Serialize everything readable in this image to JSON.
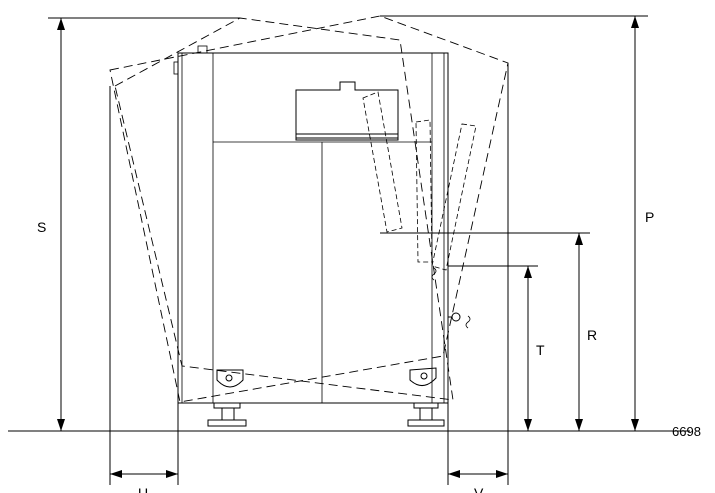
{
  "labels": {
    "s": "S",
    "p": "P",
    "r": "R",
    "t": "T",
    "u": "U",
    "v": "V",
    "ref": "6698"
  }
}
